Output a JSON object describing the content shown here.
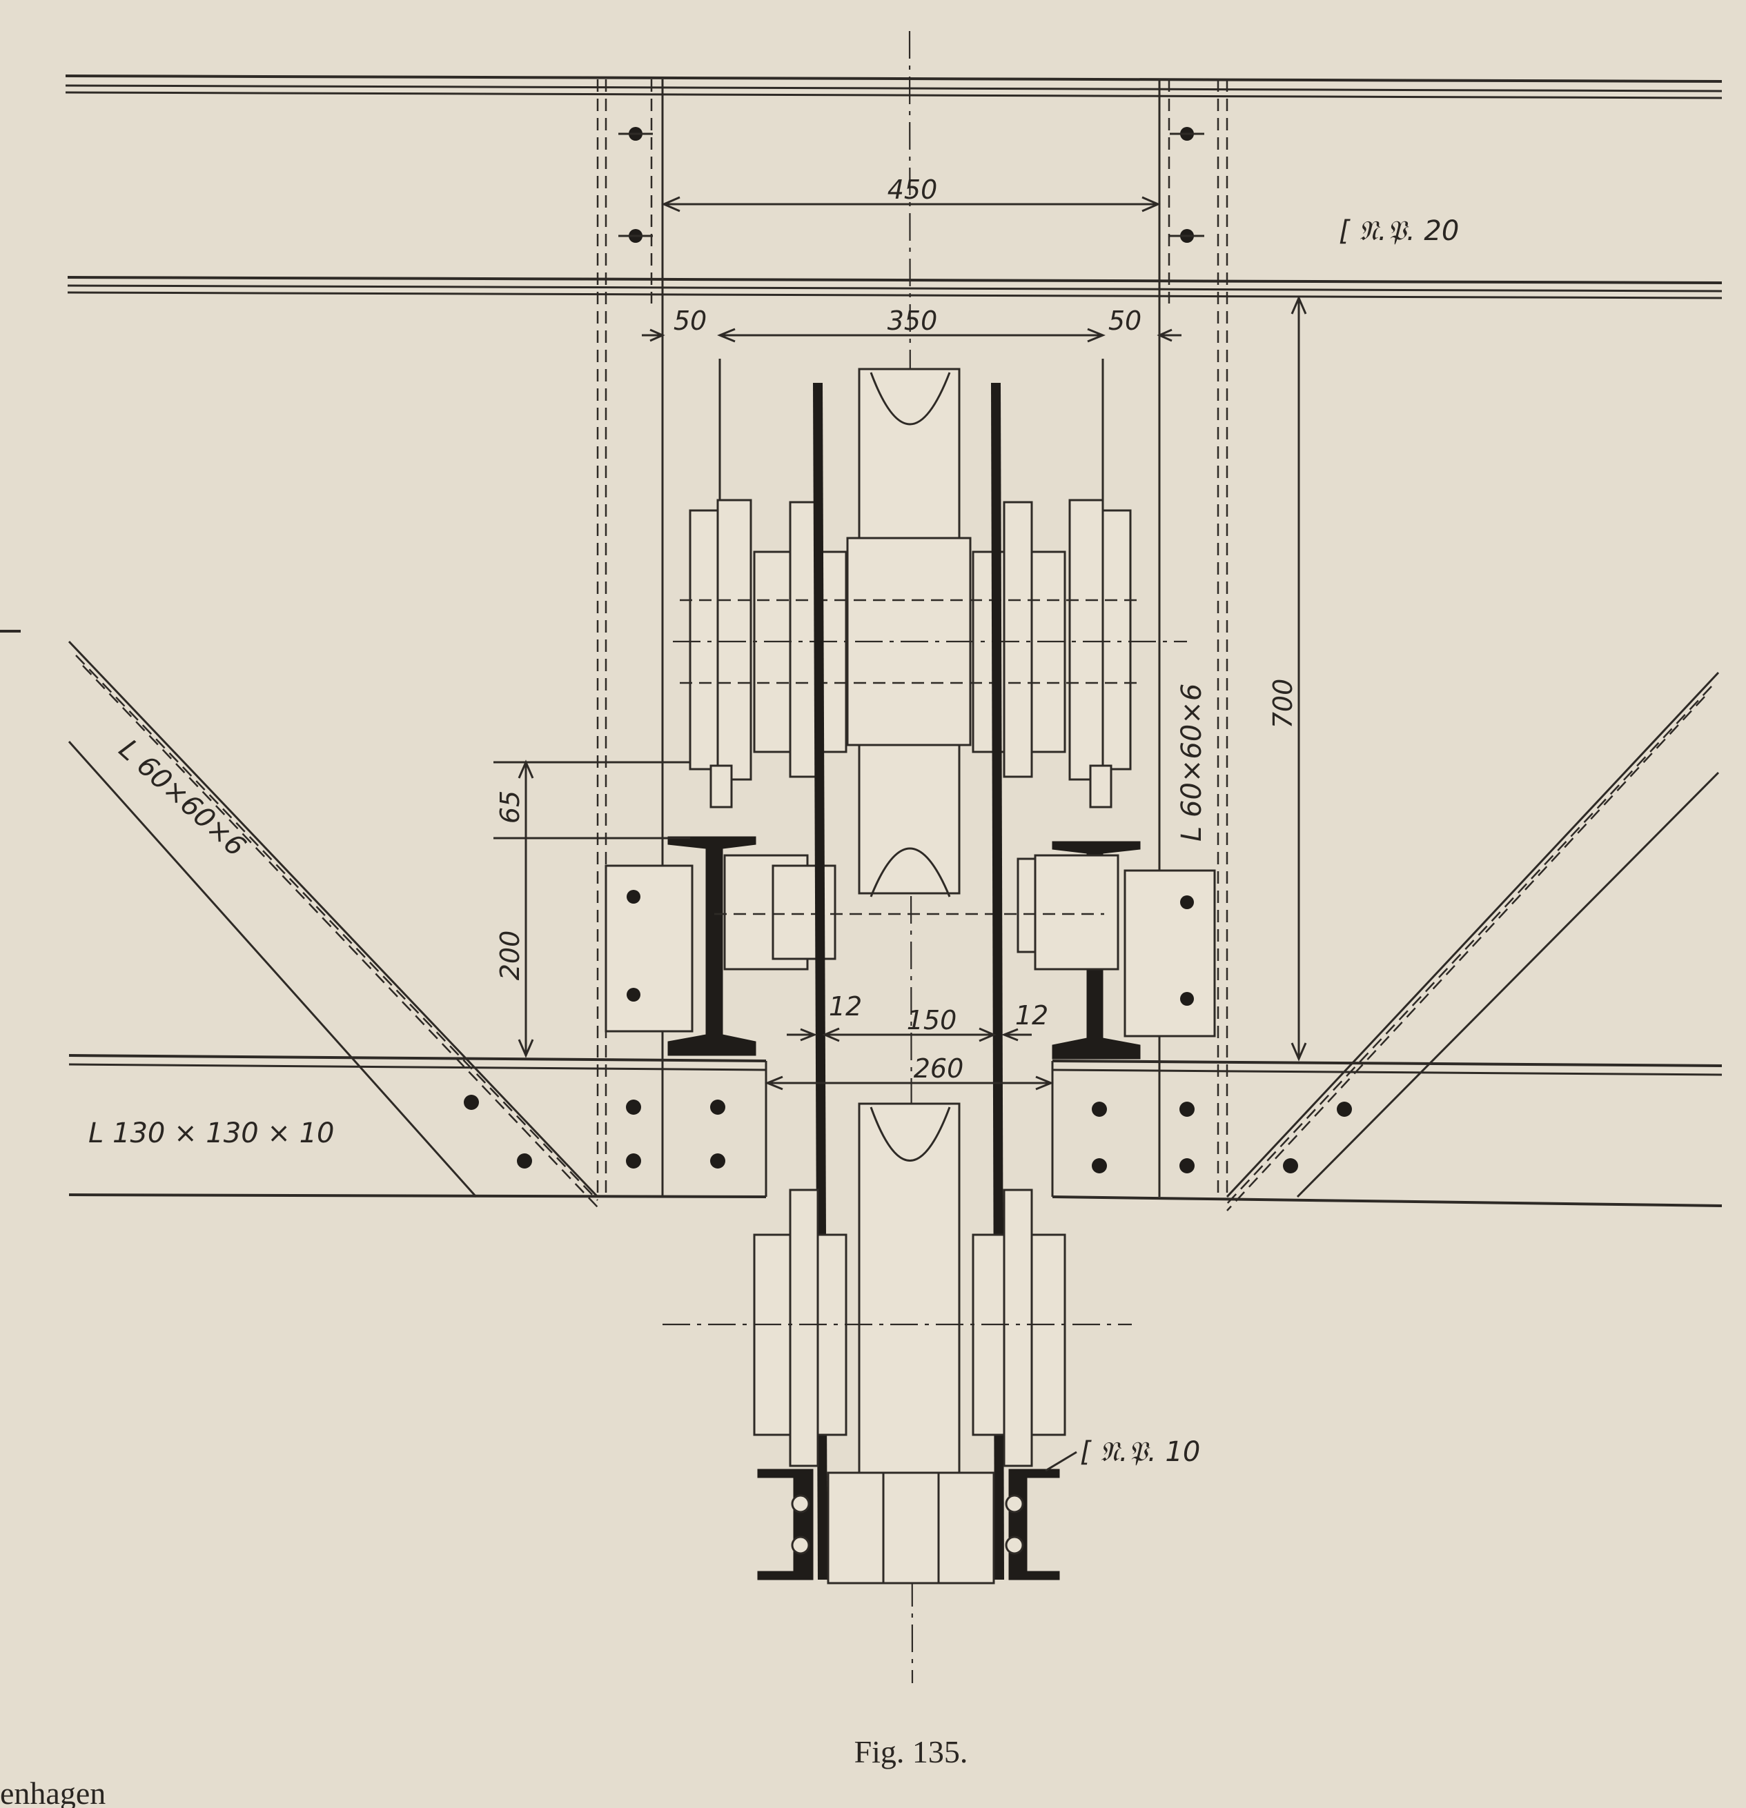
{
  "labels": {
    "channel_top": "[ 𝔑.𝔓. 20",
    "channel_bottom": "[ 𝔑.𝔓. 10",
    "angle_diag_left": "L 60×60×6",
    "angle_vert_right": "L 60×60×6",
    "angle_bottom_left": "L 130 × 130 × 10"
  },
  "dimensions": {
    "d450": "450",
    "d350": "350",
    "d50_left": "50",
    "d50_right": "50",
    "d700": "700",
    "d65": "65",
    "d200": "200",
    "d12_left": "12",
    "d12_right": "12",
    "d150": "150",
    "d260": "260"
  },
  "caption": "Fig. 135.",
  "margin_text": "enhagen"
}
